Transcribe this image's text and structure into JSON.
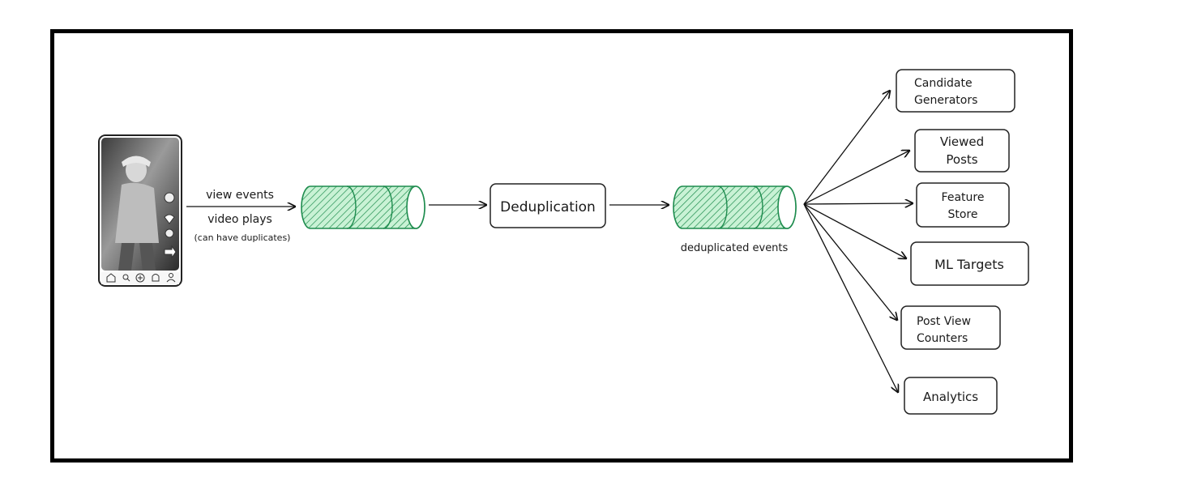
{
  "source": {
    "label_line1": "view events",
    "label_line2": "video plays",
    "label_note": "(can have duplicates)",
    "phone_nav_icons": [
      "home-icon",
      "search-icon",
      "add-icon",
      "bell-icon",
      "profile-icon"
    ]
  },
  "stages": {
    "dedup_label": "Deduplication",
    "output_queue_label": "deduplicated events"
  },
  "consumers": [
    {
      "line1": "Candidate",
      "line2": "Generators"
    },
    {
      "line1": "Viewed",
      "line2": "Posts"
    },
    {
      "line1": "Feature",
      "line2": "Store"
    },
    {
      "line1": "ML Targets",
      "line2": ""
    },
    {
      "line1": "Post View",
      "line2": "Counters"
    },
    {
      "line1": "Analytics",
      "line2": ""
    }
  ],
  "colors": {
    "queue_green": "#1e8c4e",
    "queue_fill": "#b8ecc8",
    "ink": "#111111",
    "frame": "#000000"
  }
}
